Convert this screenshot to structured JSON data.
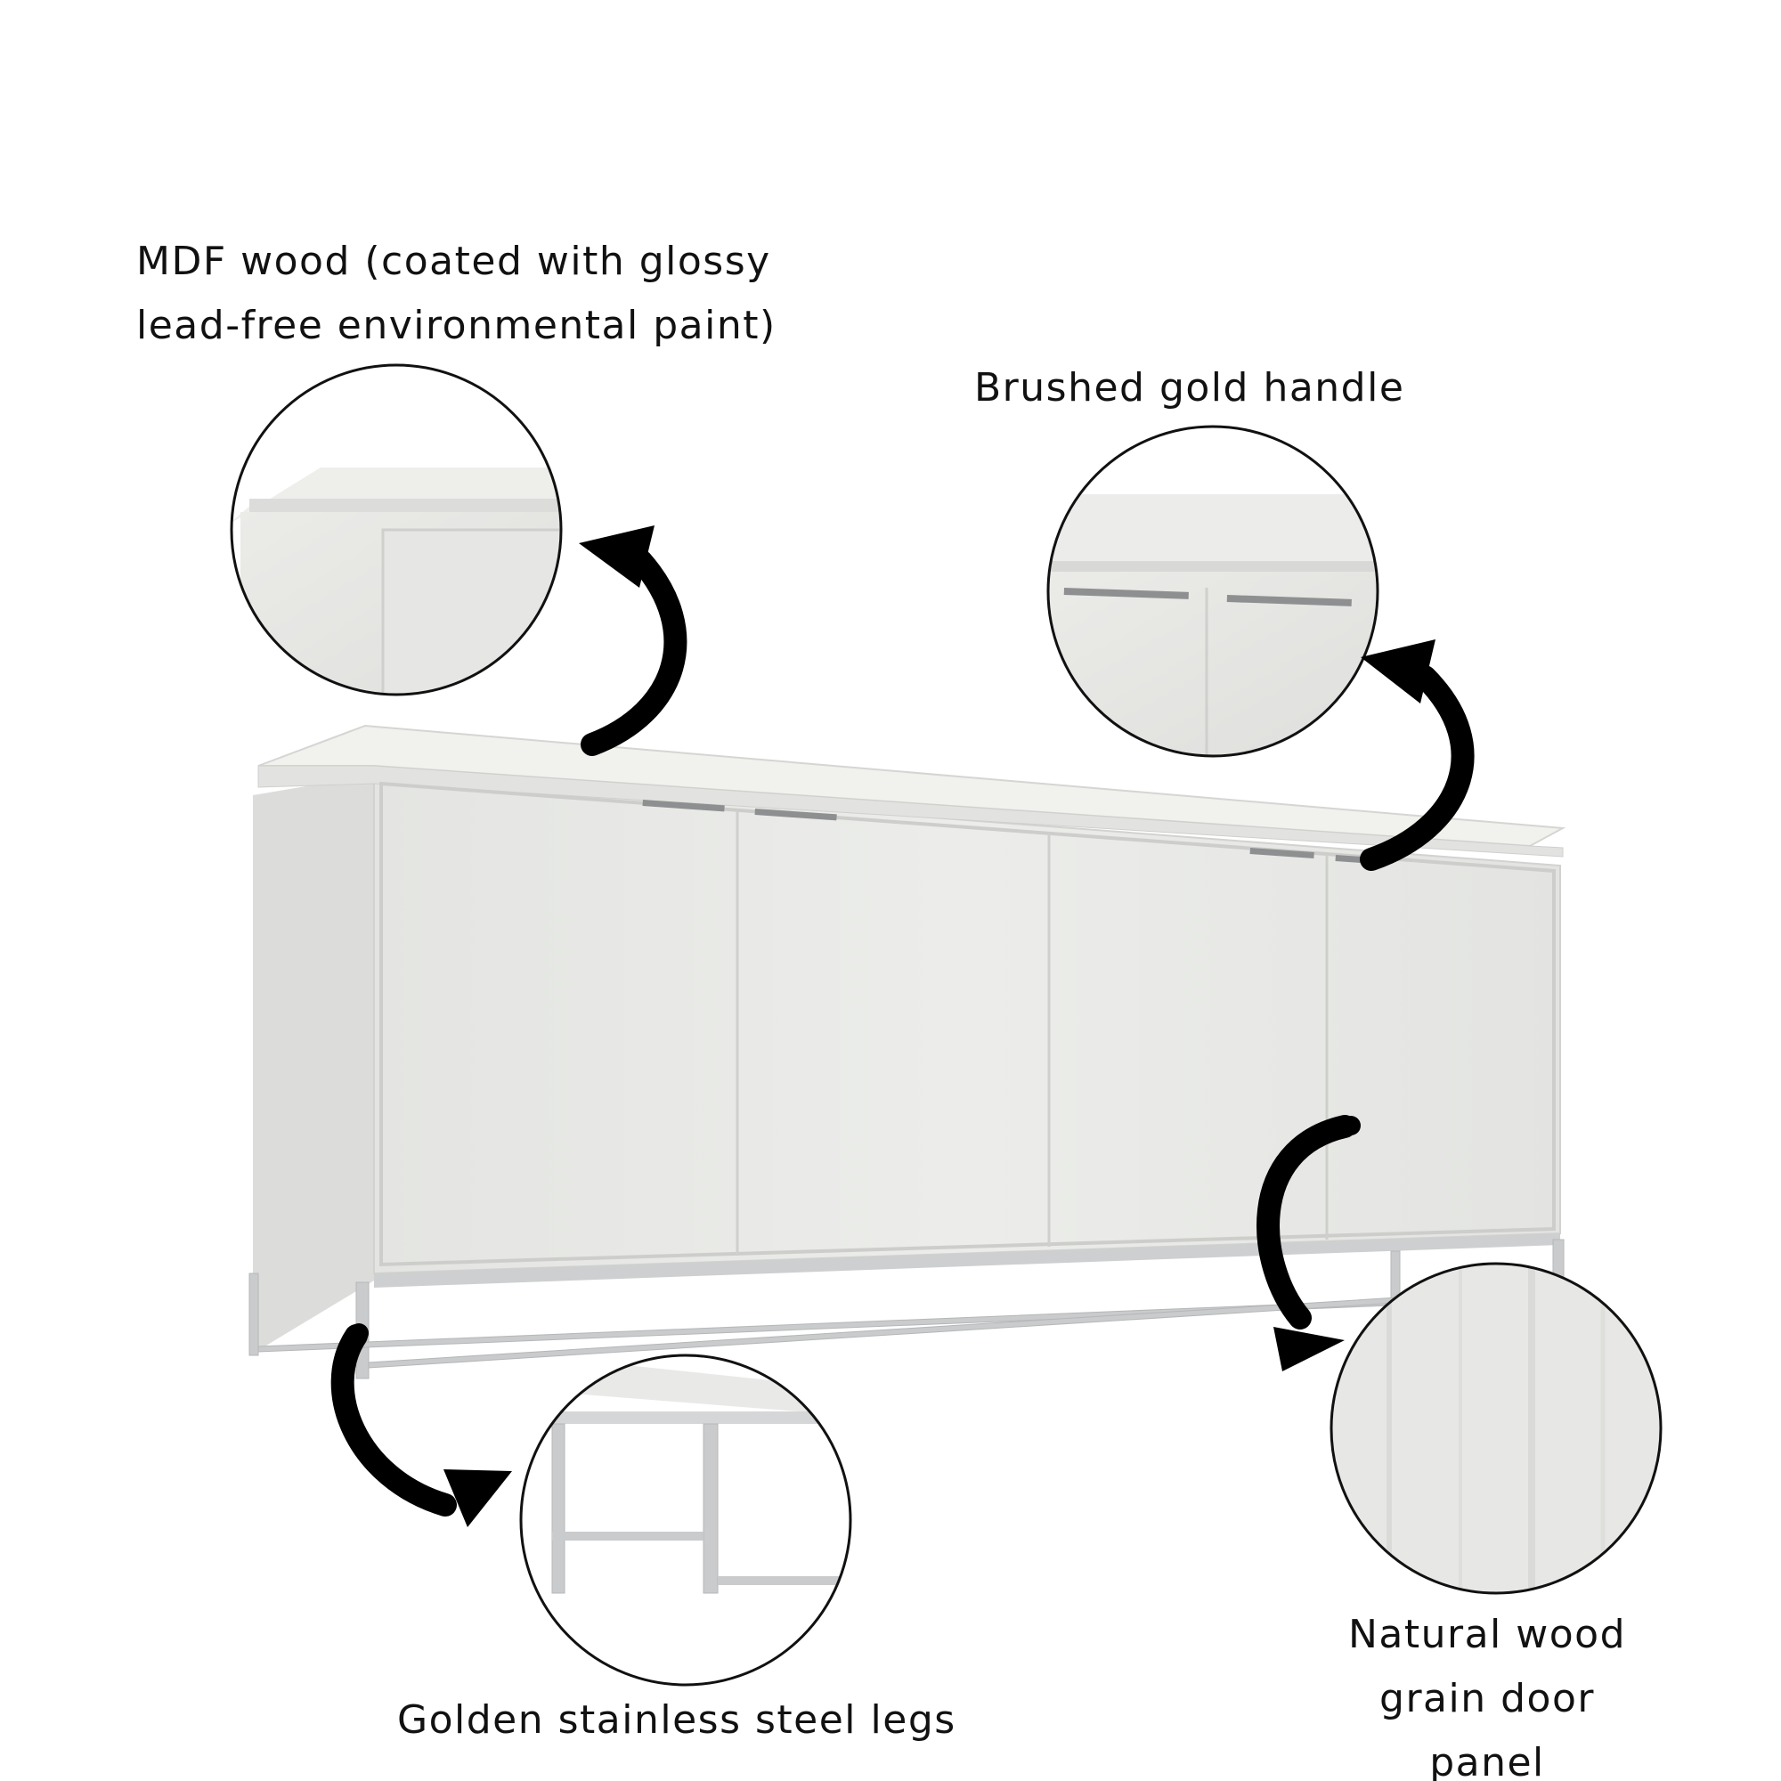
{
  "labels": {
    "mdf_line1": "MDF wood (coated with glossy",
    "mdf_line2": "lead-free environmental paint)",
    "handle": "Brushed gold handle",
    "legs": "Golden stainless steel legs",
    "panel_line1": "Natural wood",
    "panel_line2": "grain door panel"
  },
  "colors": {
    "background": "#ffffff",
    "cabinet_front": "#e8e9e6",
    "cabinet_side": "#dfe0dd",
    "top_surface": "#efefec",
    "metal": "#c9cbcc",
    "handle": "#8e8f90",
    "outline": "#111111",
    "text": "#111111"
  }
}
